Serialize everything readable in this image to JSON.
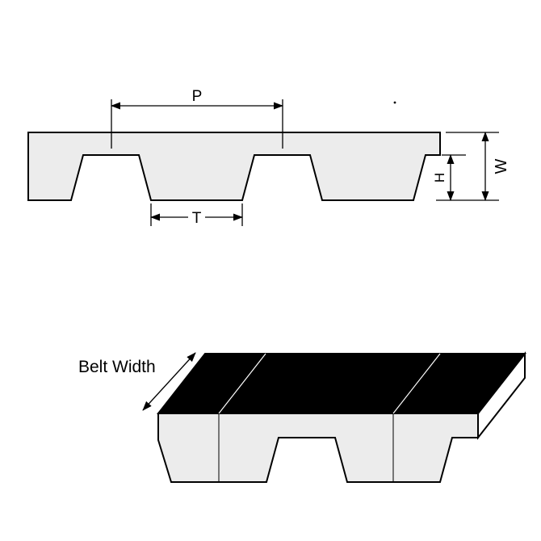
{
  "view": {
    "profile": {
      "pitch_label": "P",
      "tooth_width_label": "T",
      "tooth_height_label": "H",
      "belt_thickness_label": "W"
    },
    "isometric": {
      "belt_width_label": "Belt Width"
    }
  },
  "colors": {
    "belt_fill": "#ececec",
    "outline": "#000000",
    "top_face": "#000000",
    "end_face": "#ffffff",
    "background": "#ffffff",
    "pitch_line": "#ffffff"
  }
}
